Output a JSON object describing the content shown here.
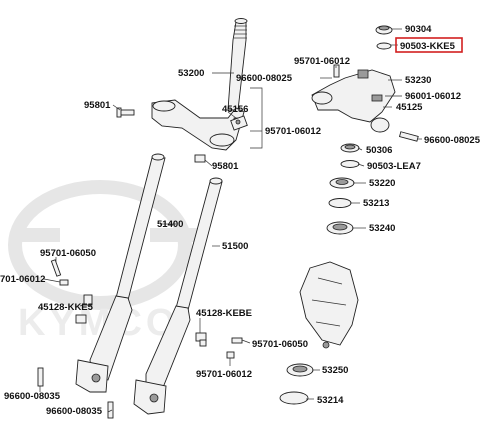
{
  "diagram": {
    "watermark_text": "KYMCO",
    "highlight_color": "#d21f1f",
    "labels": {
      "p90304": "90304",
      "p90503kke5": "90503-KKE5",
      "p53200": "53200",
      "p95701a": "95701-06012",
      "p96600a": "96600-08025",
      "p53230": "53230",
      "p96001": "96001-06012",
      "p45125": "45125",
      "p95801a": "95801",
      "p45156": "45156",
      "p95701b": "95701-06012",
      "p96600b": "96600-08025",
      "p50306": "50306",
      "p90503lea7": "90503-LEA7",
      "p53220": "53220",
      "p95801b": "95801",
      "p53213": "53213",
      "p51400": "51400",
      "p53240": "53240",
      "p51500": "51500",
      "p95701c": "95701-06050",
      "p95701d": "701-06012",
      "p45128kke5": "45128-KKE5",
      "p45128kebe": "45128-KEBE",
      "p95701e": "95701-06050",
      "p95701f": "95701-06012",
      "p53250": "53250",
      "p96600c": "96600-08035",
      "p96600d": "96600-08035",
      "p53214": "53214"
    }
  }
}
